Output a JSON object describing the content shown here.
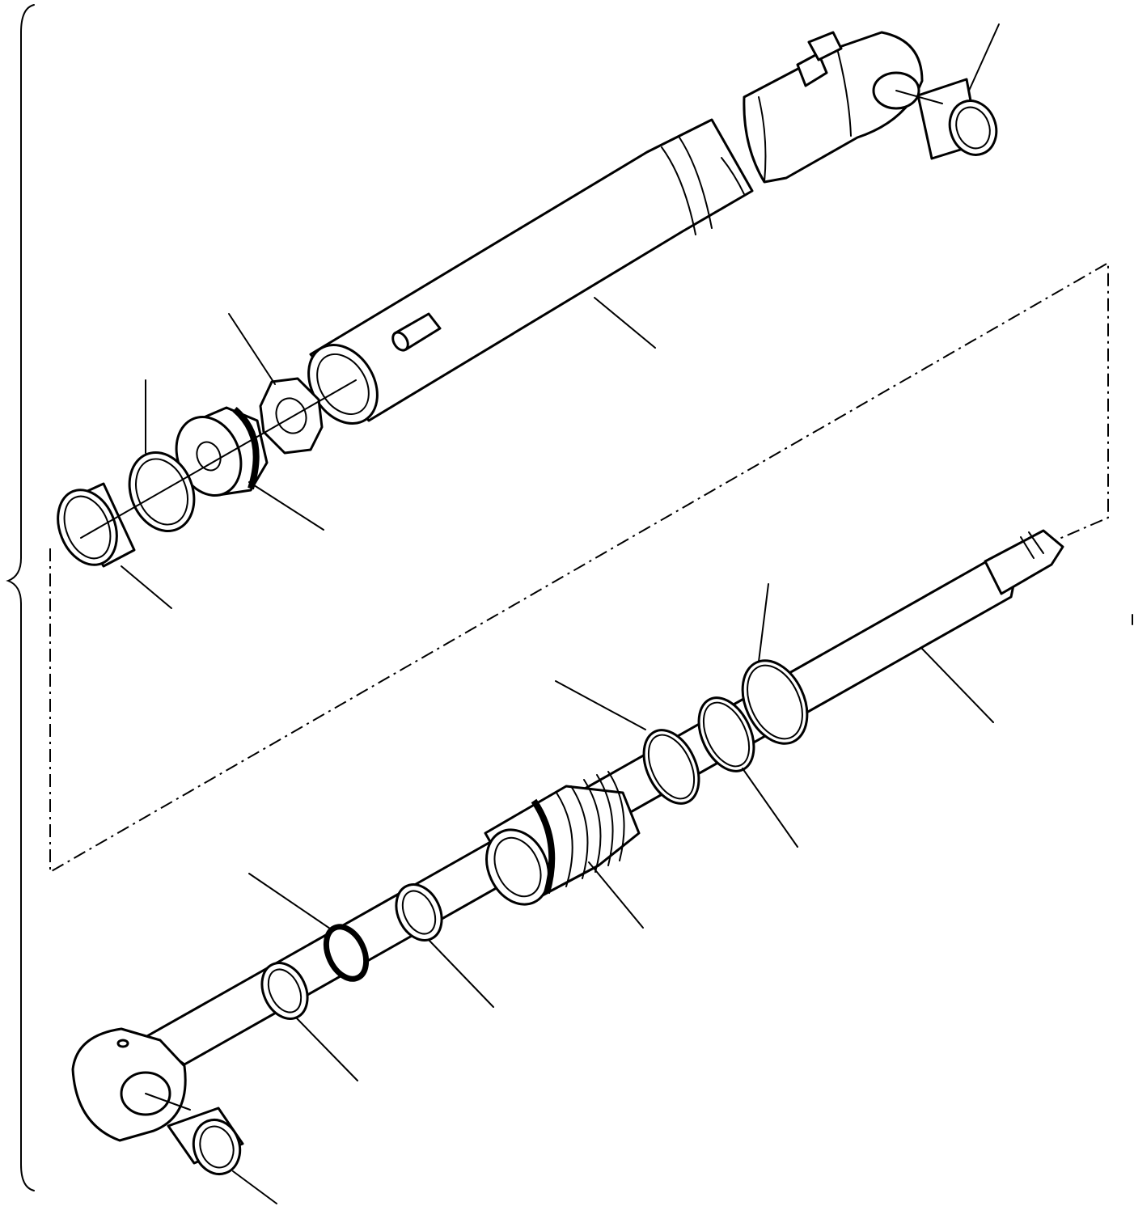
{
  "diagram": {
    "type": "exploded-parts-view",
    "subject": "hydraulic-cylinder",
    "line_color": "#000000",
    "background": "#ffffff",
    "callouts": [
      {
        "id": "bushing-top"
      },
      {
        "id": "cylinder-tube"
      },
      {
        "id": "nut"
      },
      {
        "id": "snap-ring"
      },
      {
        "id": "piston"
      },
      {
        "id": "wear-ring"
      },
      {
        "id": "rod-oring-upper"
      },
      {
        "id": "piston-rod"
      },
      {
        "id": "rod-backup-ring"
      },
      {
        "id": "rod-oring-lower"
      },
      {
        "id": "cylinder-head"
      },
      {
        "id": "rod-seal"
      },
      {
        "id": "rod-bushing"
      },
      {
        "id": "dust-seal"
      },
      {
        "id": "bushing-bottom"
      }
    ]
  }
}
